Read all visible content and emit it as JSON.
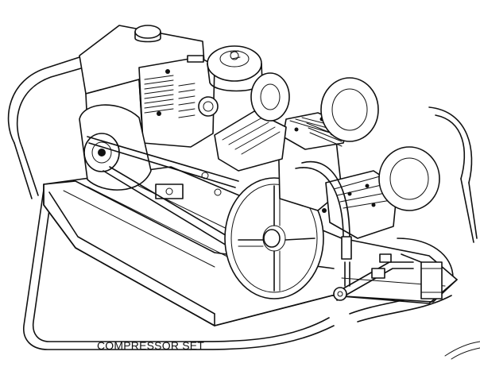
{
  "figure": {
    "caption": "COMPRESSOR SET",
    "components": [
      {
        "name": "engine",
        "icon": "engine-icon"
      },
      {
        "name": "fuel-tank-cap",
        "icon": "cap-icon"
      },
      {
        "name": "air-cleaner",
        "icon": "air-filter-icon"
      },
      {
        "name": "engine-pulley",
        "icon": "pulley-icon"
      },
      {
        "name": "drive-belt",
        "icon": "belt-icon"
      },
      {
        "name": "compressor-flywheel",
        "icon": "flywheel-icon"
      },
      {
        "name": "compressor-pump",
        "icon": "compressor-icon"
      },
      {
        "name": "intake-filters",
        "icon": "filter-icon"
      },
      {
        "name": "base-frame",
        "icon": "frame-icon"
      },
      {
        "name": "roll-cage",
        "icon": "cage-icon"
      },
      {
        "name": "discharge-line",
        "icon": "pipe-icon"
      }
    ]
  }
}
